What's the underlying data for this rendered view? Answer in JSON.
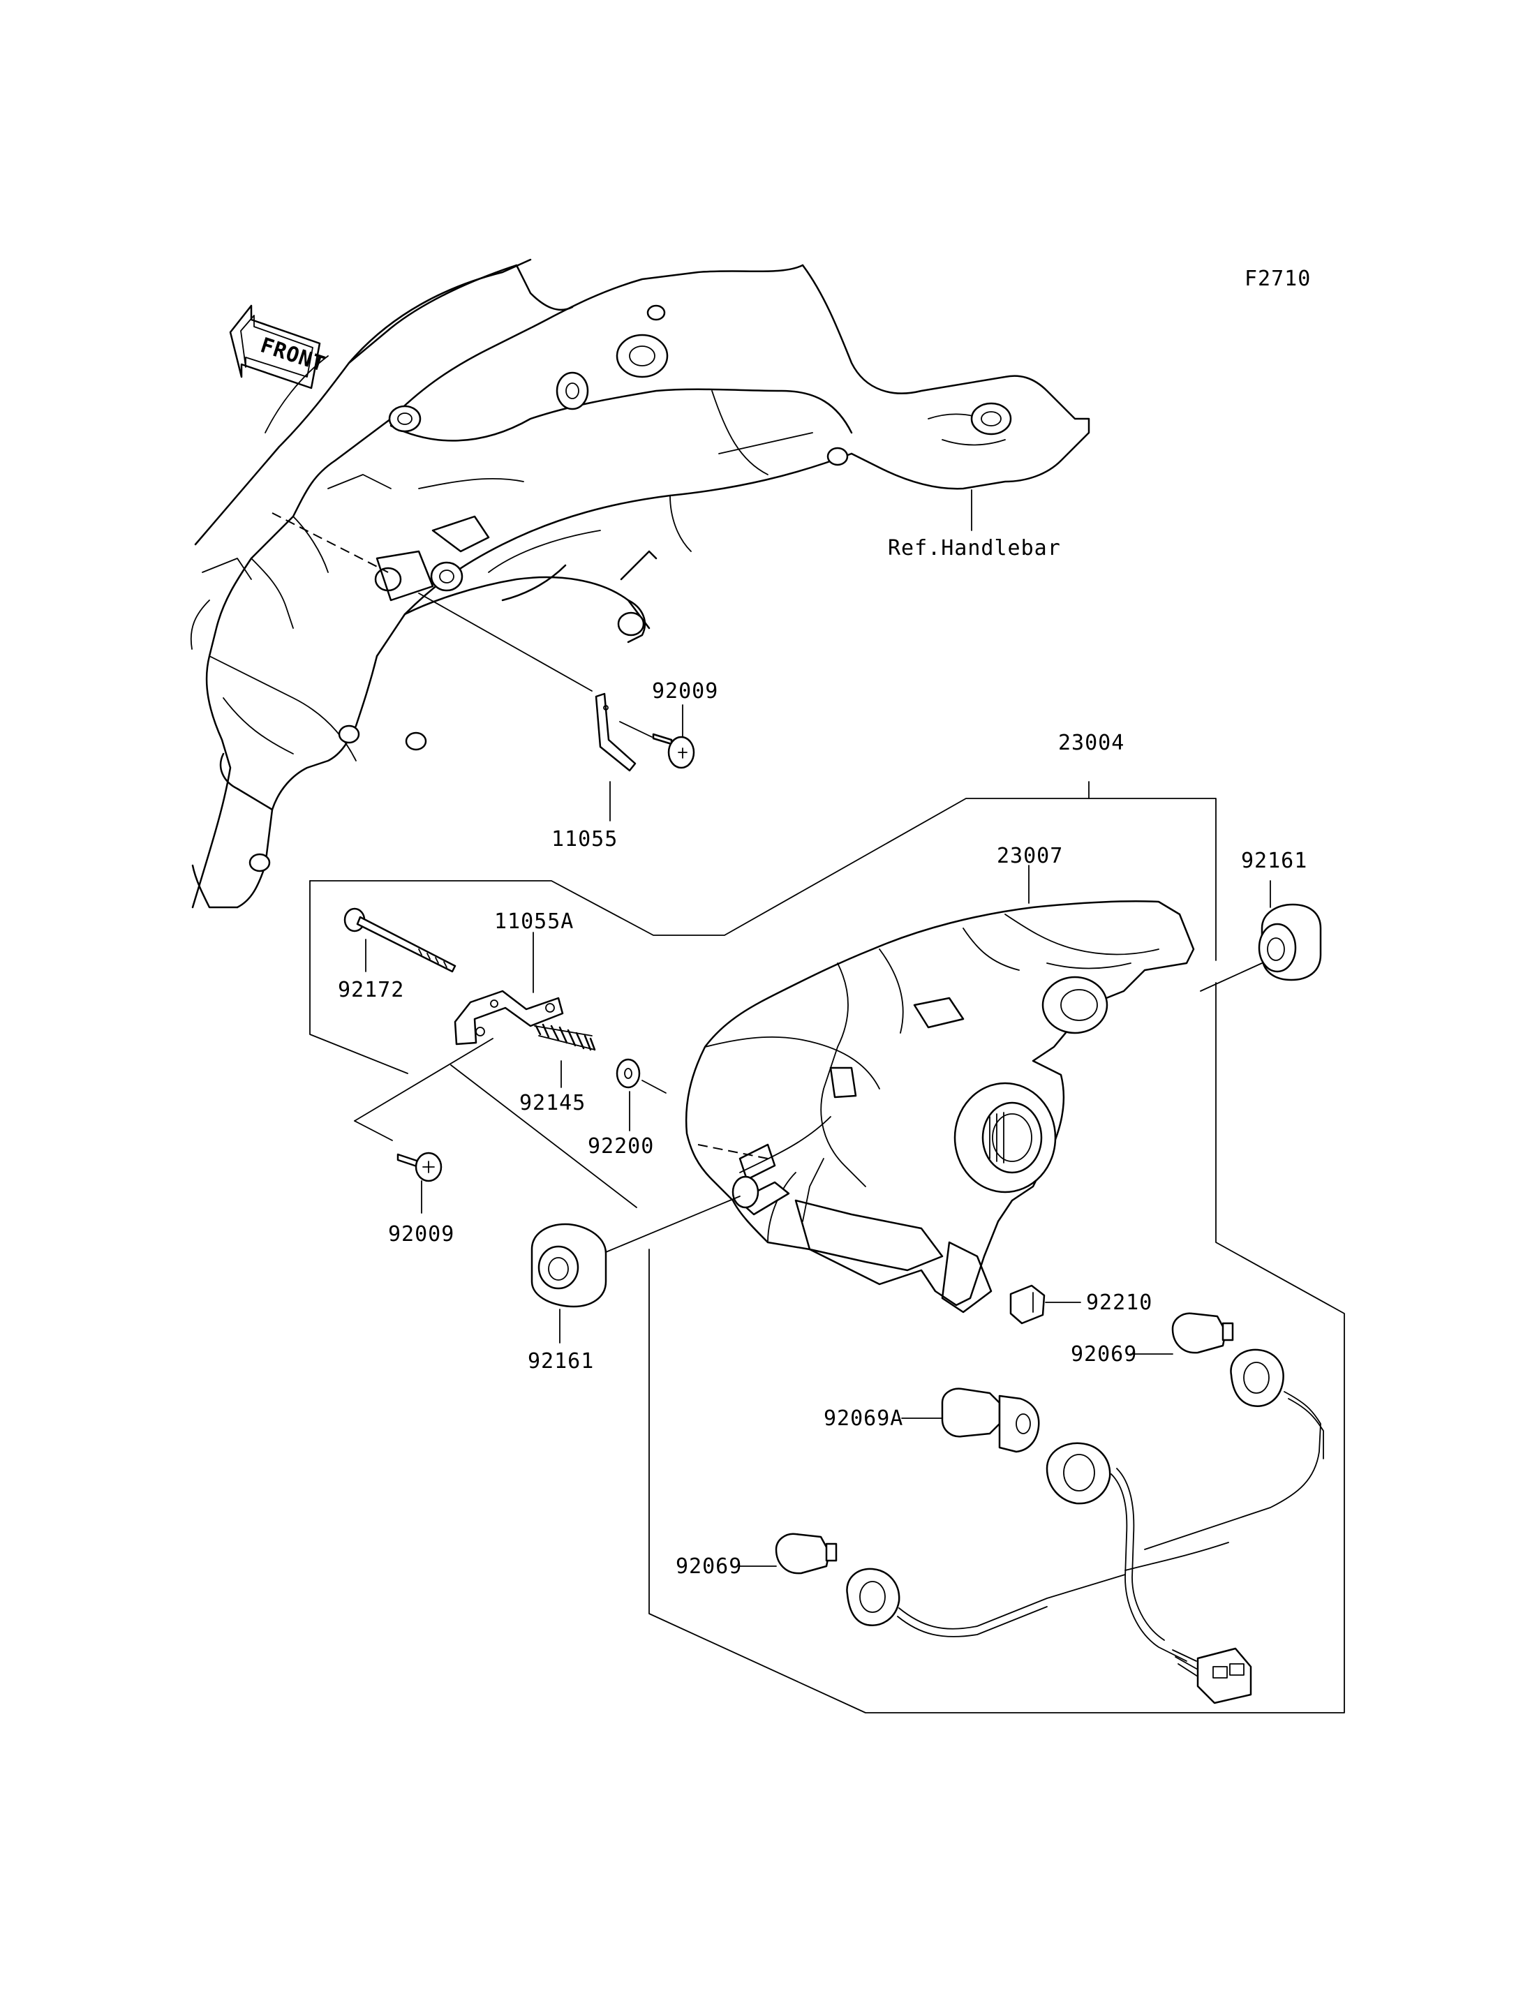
{
  "figure_code": "F2710",
  "front_label": "FRONT",
  "reference_label": "Ref.Handlebar",
  "parts": {
    "p23004": "23004",
    "p23007": "23007",
    "p11055": "11055",
    "p11055A": "11055A",
    "p92009_top": "92009",
    "p92009_bottom": "92009",
    "p92172": "92172",
    "p92145": "92145",
    "p92200": "92200",
    "p92161_right": "92161",
    "p92161_left": "92161",
    "p92210": "92210",
    "p92069_top": "92069",
    "p92069A": "92069A",
    "p92069_bottom": "92069"
  }
}
